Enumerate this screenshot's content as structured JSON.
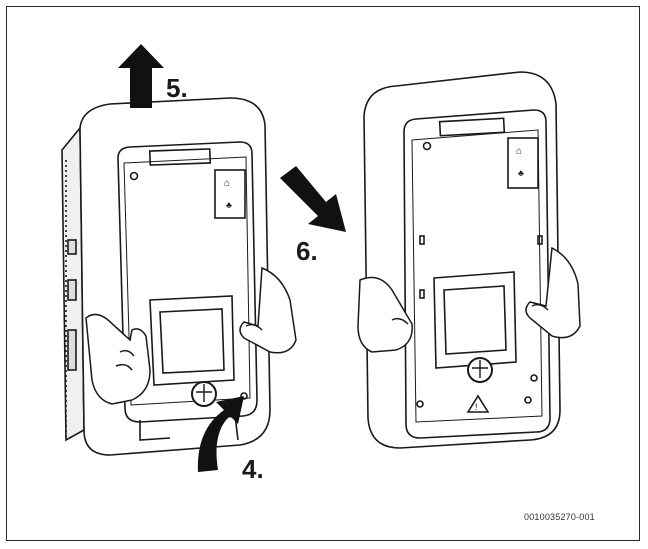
{
  "figure": {
    "steps": [
      {
        "label": "5.",
        "icon": "arrow-up-icon"
      },
      {
        "label": "6.",
        "icon": "arrow-diagonal-down-right-icon"
      },
      {
        "label": "4.",
        "icon": "arrow-curved-up-icon"
      }
    ],
    "document_code": "0010035270-001"
  },
  "colors": {
    "line": "#1a1a1a",
    "housing_shade": "#f2f2f2",
    "housing_fill": "#ffffff",
    "arrow": "#111111"
  }
}
